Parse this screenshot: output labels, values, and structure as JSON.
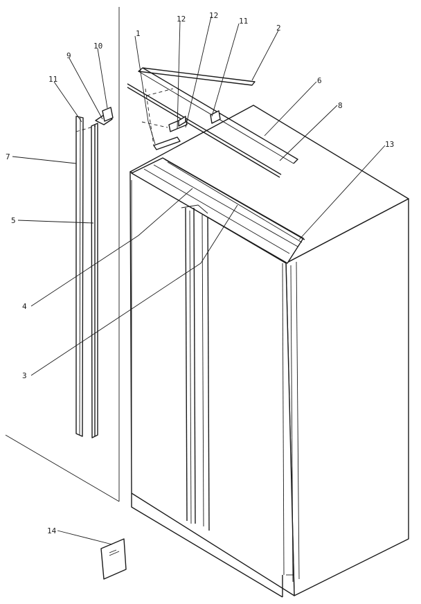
{
  "callouts": {
    "c1": "1",
    "c2": "2",
    "c3": "3",
    "c4": "4",
    "c5": "5",
    "c6": "6",
    "c7": "7",
    "c8": "8",
    "c9": "9",
    "c10": "10",
    "c11a": "11",
    "c11b": "11",
    "c12a": "12",
    "c12b": "12",
    "c13": "13",
    "c14": "14"
  },
  "colors": {
    "line": "#1a1a1a",
    "paper": "#ffffff"
  }
}
